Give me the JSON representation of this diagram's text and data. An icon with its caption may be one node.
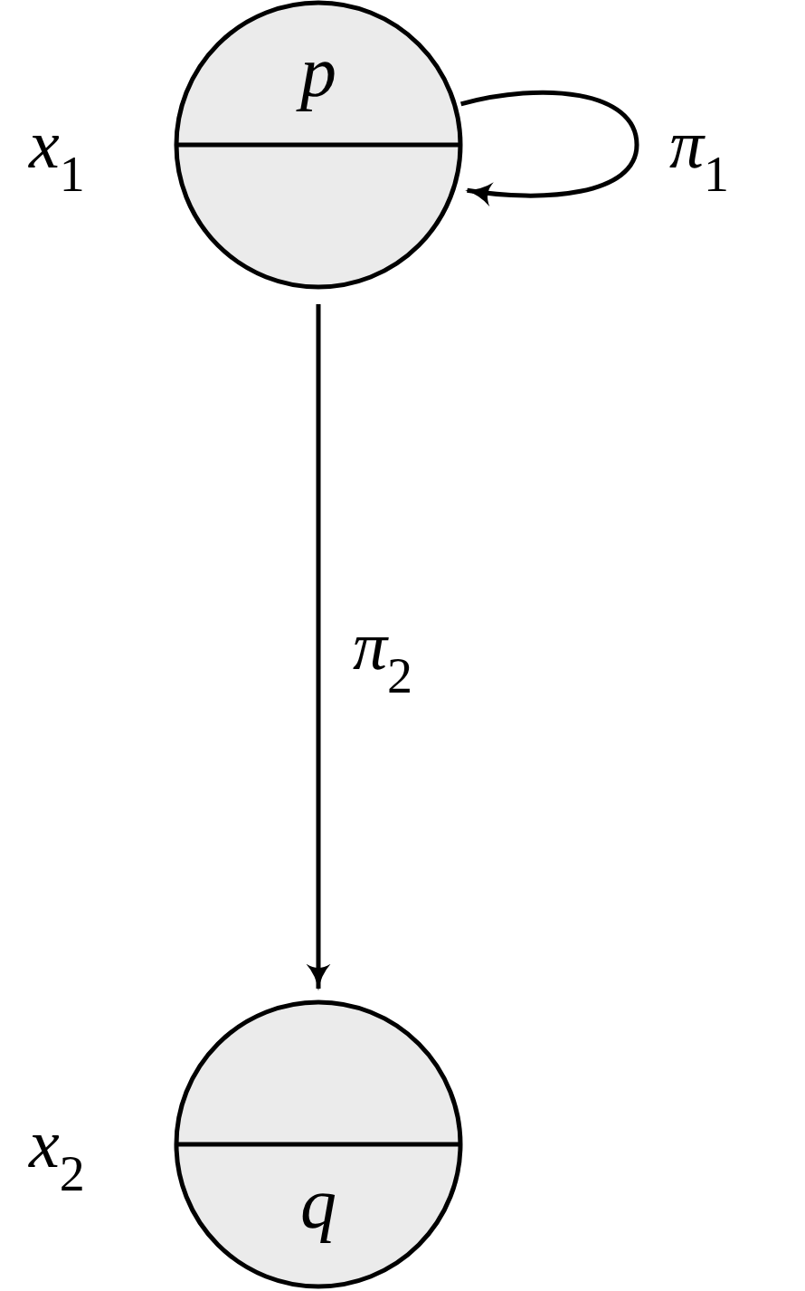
{
  "diagram": {
    "nodes": [
      {
        "text": [
          "p"
        ],
        "beside": [
          "*x*$_{1}$"
        ]
      },
      {
        "text": [
          "q"
        ],
        "beside": [
          "*x*$_{2}$"
        ]
      }
    ],
    "edges": [
      {
        "from": 0,
        "to": 0,
        "arrow": "to",
        "label": "*π*$_{1}$"
      },
      {
        "from": 0,
        "to": 1,
        "arrow": "to",
        "label": "*π*$_{2}$"
      }
    ]
  }
}
